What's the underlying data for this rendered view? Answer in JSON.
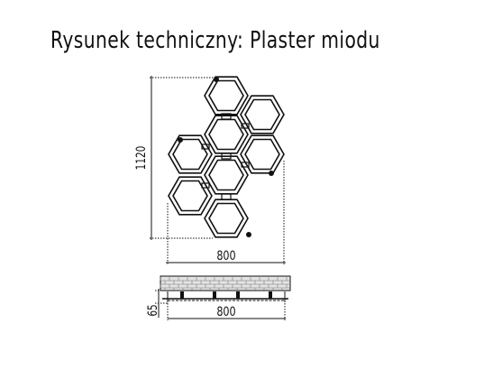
{
  "title": "Rysunek techniczny: Plaster miodu",
  "dimensions": {
    "front_height": "1120",
    "front_width": "800",
    "side_depth": "65",
    "side_width": "800"
  },
  "colors": {
    "line": "#111111",
    "brick_fill": "#e2e2e2"
  }
}
